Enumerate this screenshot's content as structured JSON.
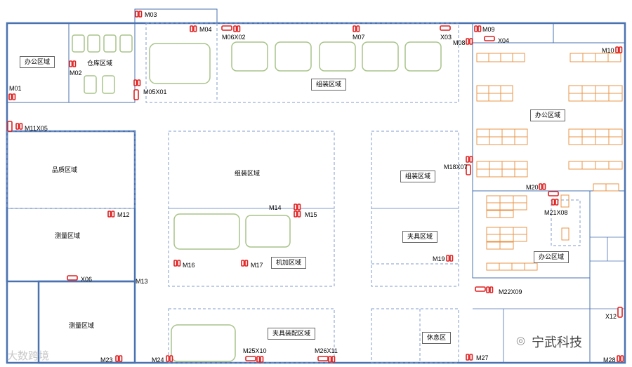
{
  "zones": {
    "office_1": "办公区域",
    "warehouse": "仓库区域",
    "assembly_top": "组装区域",
    "office_right": "办公区域",
    "quality": "品质区域",
    "assembly_mid": "组装区域",
    "assembly_right": "组装区域",
    "measure_1": "测量区域",
    "machining": "机加区域",
    "fixture": "夹具区域",
    "office_right2": "办公区域",
    "measure_2": "测量区域",
    "fixture_assembly": "夹具装配区域",
    "rest": "休息区"
  },
  "markers": {
    "M03": "M03",
    "M04": "M04",
    "M06X02": "M06X02",
    "M07": "M07",
    "X03": "X03",
    "M08": "M08",
    "M09": "M09",
    "X04": "X04",
    "M10": "M10",
    "M01": "M01",
    "M02": "M02",
    "M05X01": "M05X01",
    "M11X05": "M11X05",
    "M18X07": "M18X07",
    "M20": "M20",
    "M21X08": "M21X08",
    "M12": "M12",
    "M14": "M14",
    "M15": "M15",
    "M16": "M16",
    "M17": "M17",
    "M19": "M19",
    "X06": "X06",
    "M13": "M13",
    "M22X09": "M22X09",
    "X12": "X12",
    "M23": "M23",
    "M24": "M24",
    "M25X10": "M25X10",
    "M26X11": "M26X11",
    "M27": "M27",
    "M28": "M28"
  },
  "watermark": {
    "left": "大数跨境",
    "right": "宁武科技"
  },
  "colors": {
    "wall": "#4a72b0",
    "dash": "#7f9ccc",
    "bench": "#a9c48a",
    "desk": "#e8944a",
    "door": "#e02020"
  }
}
